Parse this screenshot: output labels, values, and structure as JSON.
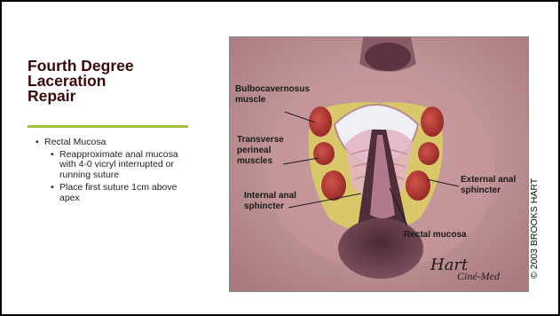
{
  "slide": {
    "title": "Fourth Degree\nLaceration\nRepair",
    "bullet": "Rectal Mucosa",
    "sub_bullets": [
      "Reapproximate anal mucosa with 4-0 vicryl interrupted or running suture",
      "Place first suture 1cm above apex"
    ]
  },
  "illustration": {
    "labels": {
      "bulbo_line1": "Bulbocavernosus",
      "bulbo_line2": "muscle",
      "trans_line1": "Transverse",
      "trans_line2": "perineal",
      "trans_line3": "muscles",
      "internal_line1": "Internal anal",
      "internal_line2": "sphincter",
      "external_line1": "External anal",
      "external_line2": "sphincter",
      "rectal": "Rectal mucosa",
      "signature": "Hart",
      "studio": "Ciné-Med"
    },
    "copyright": "© 2003 BROOKS HART"
  },
  "colors": {
    "title": "#3a0a0a",
    "accent_line": "#9dc23b",
    "tissue_bg": "#c99a9c",
    "muscle": "#b33a3a",
    "fat": "#d8c86a",
    "mucosa": "#e3b4c2"
  }
}
